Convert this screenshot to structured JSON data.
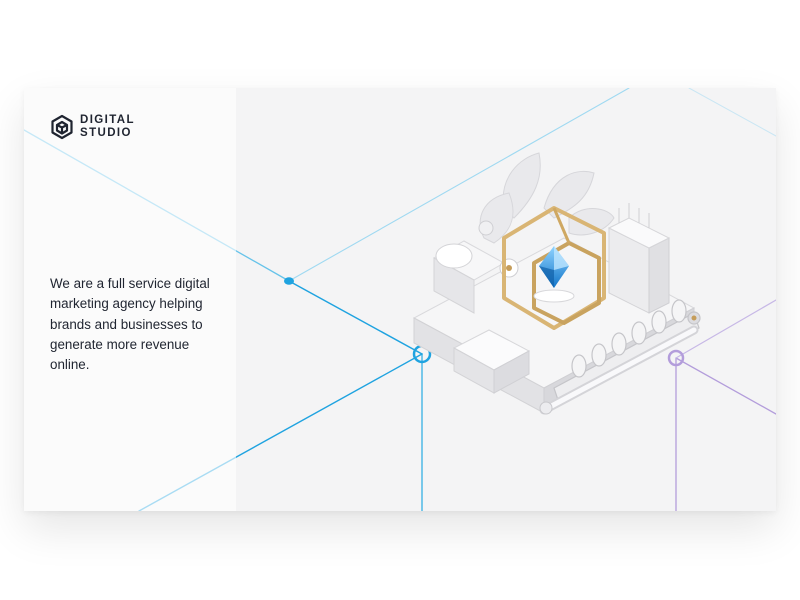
{
  "brand": {
    "logo_line1": "DIGITAL",
    "logo_line2": "STUDIO"
  },
  "hero": {
    "tagline": "We are a full service digital marketing agency helping brands and businesses to generate more revenue online."
  },
  "icons": {
    "logo": "hexagon-cube-icon",
    "illustration": "isometric-machine-with-crystal"
  },
  "colors": {
    "background": "#f4f4f5",
    "text": "#1f2430",
    "accent_blue": "#1fa3e0",
    "accent_purple": "#b39ddb",
    "gold": "#d9b574",
    "crystal": "#3aa7f2"
  }
}
